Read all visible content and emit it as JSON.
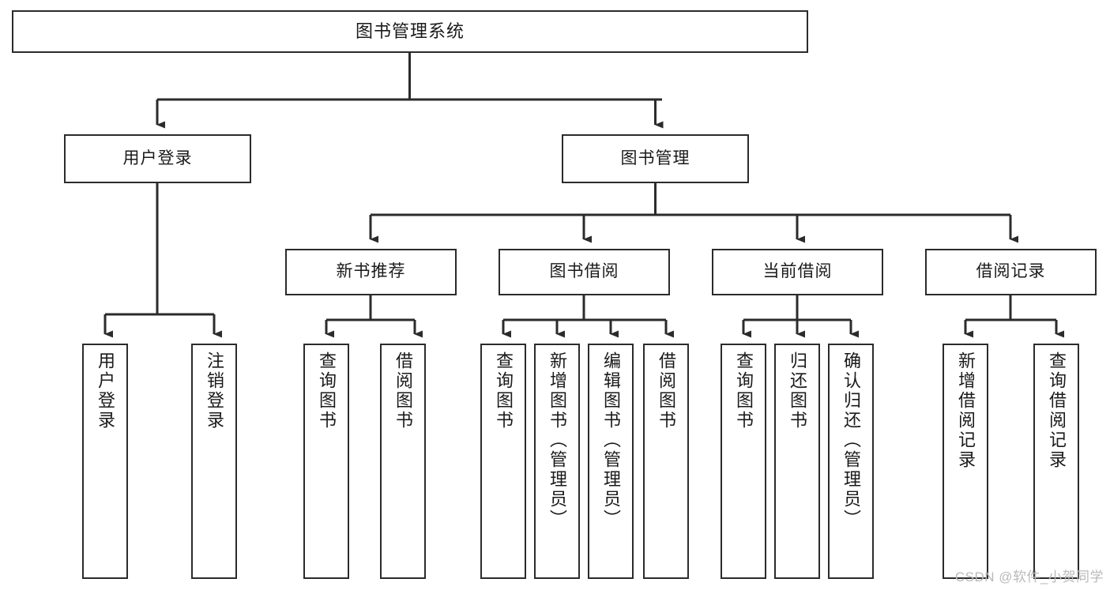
{
  "diagram": {
    "type": "hierarchy-tree",
    "title": "图书管理系统",
    "watermark": "CSDN @软件_小贺同学",
    "colors": {
      "box_border": "#2b2b2b",
      "box_fill": "#ffffff",
      "connector": "#2b2b2b",
      "text": "#1a1a1a",
      "watermark": "#b9b9b9"
    },
    "levels": {
      "root": {
        "label": "图书管理系统"
      },
      "level2": [
        {
          "id": "user-login",
          "label": "用户登录"
        },
        {
          "id": "book-management",
          "label": "图书管理"
        }
      ],
      "level3": [
        {
          "id": "new-book-recommend",
          "label": "新书推荐",
          "parent": "book-management"
        },
        {
          "id": "book-borrow",
          "label": "图书借阅",
          "parent": "book-management"
        },
        {
          "id": "current-borrow",
          "label": "当前借阅",
          "parent": "book-management"
        },
        {
          "id": "borrow-record",
          "label": "借阅记录",
          "parent": "book-management"
        }
      ],
      "leaves": [
        {
          "id": "leaf-user-login",
          "label": "用户登录",
          "parent": "user-login"
        },
        {
          "id": "leaf-logout-login",
          "label": "注销登录",
          "parent": "user-login"
        },
        {
          "id": "leaf-query-book-1",
          "label": "查询图书",
          "parent": "new-book-recommend"
        },
        {
          "id": "leaf-borrow-book-1",
          "label": "借阅图书",
          "parent": "new-book-recommend"
        },
        {
          "id": "leaf-query-book-2",
          "label": "查询图书",
          "parent": "book-borrow"
        },
        {
          "id": "leaf-add-book",
          "label": "新增图书（管理员）",
          "parent": "book-borrow"
        },
        {
          "id": "leaf-edit-book",
          "label": "编辑图书（管理员）",
          "parent": "book-borrow"
        },
        {
          "id": "leaf-borrow-book-2",
          "label": "借阅图书",
          "parent": "book-borrow"
        },
        {
          "id": "leaf-query-book-3",
          "label": "查询图书",
          "parent": "current-borrow"
        },
        {
          "id": "leaf-return-book",
          "label": "归还图书",
          "parent": "current-borrow"
        },
        {
          "id": "leaf-confirm-return",
          "label": "确认归还（管理员）",
          "parent": "current-borrow"
        },
        {
          "id": "leaf-add-record",
          "label": "新增借阅记录",
          "parent": "borrow-record"
        },
        {
          "id": "leaf-query-record",
          "label": "查询借阅记录",
          "parent": "borrow-record"
        }
      ]
    }
  }
}
